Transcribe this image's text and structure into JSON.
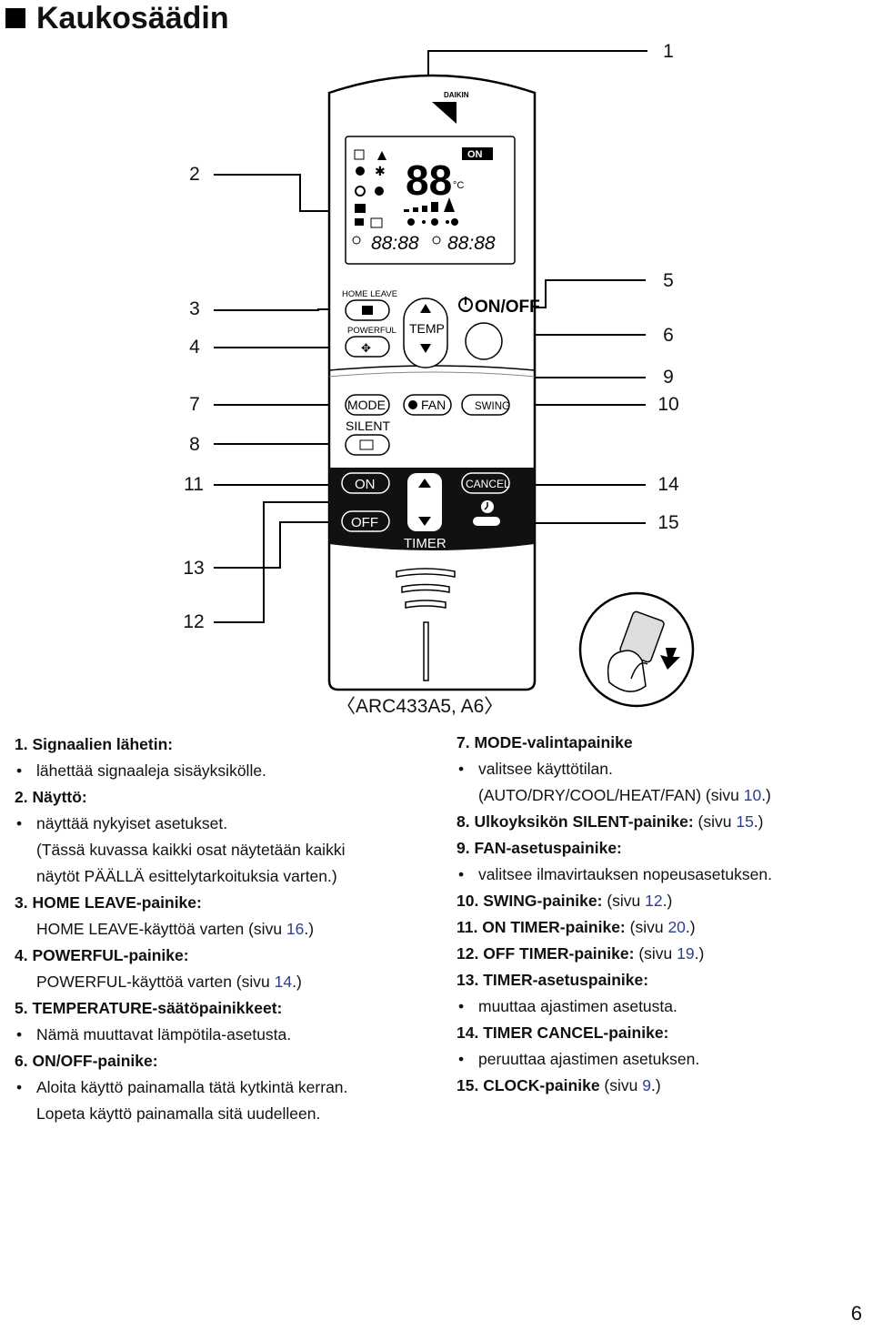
{
  "page": {
    "title": "Kaukosäädin",
    "number": "6"
  },
  "model": "ARC433A5, A6",
  "callouts": {
    "c1": "1",
    "c2": "2",
    "c3": "3",
    "c4": "4",
    "c5": "5",
    "c6": "6",
    "c7": "7",
    "c8": "8",
    "c9": "9",
    "c10": "10",
    "c11": "11",
    "c12": "12",
    "c13": "13",
    "c14": "14",
    "c15": "15"
  },
  "remote": {
    "brand": "DAIKIN",
    "display": {
      "on_badge": "ON",
      "temp": "88",
      "temp_unit": "°C",
      "timer1": "88:88",
      "timer2": "88:88"
    },
    "buttons": {
      "home_leave": "HOME LEAVE",
      "powerful": "POWERFUL",
      "temp": "TEMP",
      "on_off": "ON/OFF",
      "mode": "MODE",
      "fan": "FAN",
      "swing": "SWING",
      "silent": "SILENT",
      "timer_on": "ON",
      "timer_off": "OFF",
      "cancel": "CANCEL",
      "timer": "TIMER"
    }
  },
  "left_items": [
    {
      "num": "1.",
      "title": "Signaalien lähetin:",
      "bullets": [
        "lähettää signaaleja sisäyksikölle."
      ]
    },
    {
      "num": "2.",
      "title": "Näyttö:",
      "bullets": [
        "näyttää nykyiset asetukset."
      ],
      "cont": [
        "(Tässä kuvassa kaikki osat näytetään kaikki",
        "näytöt PÄÄLLÄ esittelytarkoituksia varten.)"
      ]
    },
    {
      "num": "3.",
      "title": "HOME LEAVE-painike:",
      "desc": "HOME LEAVE-käyttöä varten (sivu ",
      "page": "16",
      "tail": ".)"
    },
    {
      "num": "4.",
      "title": "POWERFUL-painike:",
      "desc": "POWERFUL-käyttöä varten (sivu ",
      "page": "14",
      "tail": ".)"
    },
    {
      "num": "5.",
      "title": "TEMPERATURE-säätöpainikkeet:",
      "bullets": [
        "Nämä muuttavat lämpötila-asetusta."
      ]
    },
    {
      "num": "6.",
      "title": "ON/OFF-painike:",
      "bullets": [
        "Aloita käyttö painamalla tätä kytkintä kerran."
      ],
      "cont": [
        "Lopeta käyttö painamalla sitä uudelleen."
      ]
    }
  ],
  "right_items": [
    {
      "num": "7.",
      "title": "MODE-valintapainike",
      "bullets": [
        "valitsee käyttötilan."
      ],
      "cont_pre": "(AUTO/DRY/COOL/HEAT/FAN) (sivu ",
      "cont_page": "10",
      "cont_tail": ".)"
    },
    {
      "num": "8.",
      "title": "Ulkoyksikön SILENT-painike:",
      "inline_pre": " (sivu ",
      "inline_page": "15",
      "inline_tail": ".)"
    },
    {
      "num": "9.",
      "title": "FAN-asetuspainike:",
      "bullets": [
        "valitsee ilmavirtauksen nopeusasetuksen."
      ]
    },
    {
      "num": "10.",
      "title": "SWING-painike:",
      "inline_pre": " (sivu ",
      "inline_page": "12",
      "inline_tail": ".)"
    },
    {
      "num": "11.",
      "title": "ON TIMER-painike:",
      "inline_pre": " (sivu ",
      "inline_page": "20",
      "inline_tail": ".)"
    },
    {
      "num": "12.",
      "title": "OFF TIMER-painike:",
      "inline_pre": " (sivu ",
      "inline_page": "19",
      "inline_tail": ".)"
    },
    {
      "num": "13.",
      "title": "TIMER-asetuspainike:",
      "bullets": [
        "muuttaa ajastimen asetusta."
      ]
    },
    {
      "num": "14.",
      "title": "TIMER CANCEL-painike:",
      "bullets": [
        "peruuttaa ajastimen asetuksen."
      ]
    },
    {
      "num": "15.",
      "title": "CLOCK-painike",
      "inline_pre": " (sivu ",
      "inline_page": "9",
      "inline_tail": ".)"
    }
  ]
}
